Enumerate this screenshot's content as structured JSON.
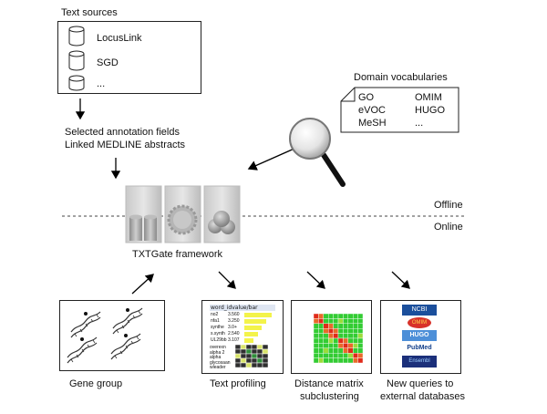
{
  "text_sources": {
    "title": "Text sources",
    "items": [
      "LocusLink",
      "SGD",
      "..."
    ]
  },
  "annotation": {
    "line1": "Selected annotation fields",
    "line2": "Linked MEDLINE abstracts"
  },
  "vocab": {
    "title": "Domain vocabularies",
    "col1": [
      "GO",
      "eVOC",
      "MeSH"
    ],
    "col2": [
      "OMIM",
      "HUGO",
      "..."
    ]
  },
  "divider": {
    "offline": "Offline",
    "online": "Online"
  },
  "framework_label": "TXTGate framework",
  "panels": {
    "gene_group": "Gene group",
    "text_profiling": "Text profiling",
    "distance_line1": "Distance matrix",
    "distance_line2": "subclustering",
    "queries_line1": "New queries to",
    "queries_line2": "external databases"
  },
  "profile_header": "word_idvalue/bar",
  "profile_rows": [
    [
      "no2",
      "3.560"
    ],
    [
      "nfa1",
      "3.250"
    ],
    [
      "synthe",
      "3.0+"
    ],
    [
      "s.synth",
      "2.540"
    ],
    [
      "UL29bb",
      "3.107"
    ]
  ],
  "profile_rows2": [
    "overexn",
    "alpha 2",
    "alpha",
    "glycosaan",
    "wleader"
  ],
  "db_logos": [
    "NCBI",
    "OMIM",
    "HUGO",
    "PubMed",
    "Ensembl"
  ]
}
